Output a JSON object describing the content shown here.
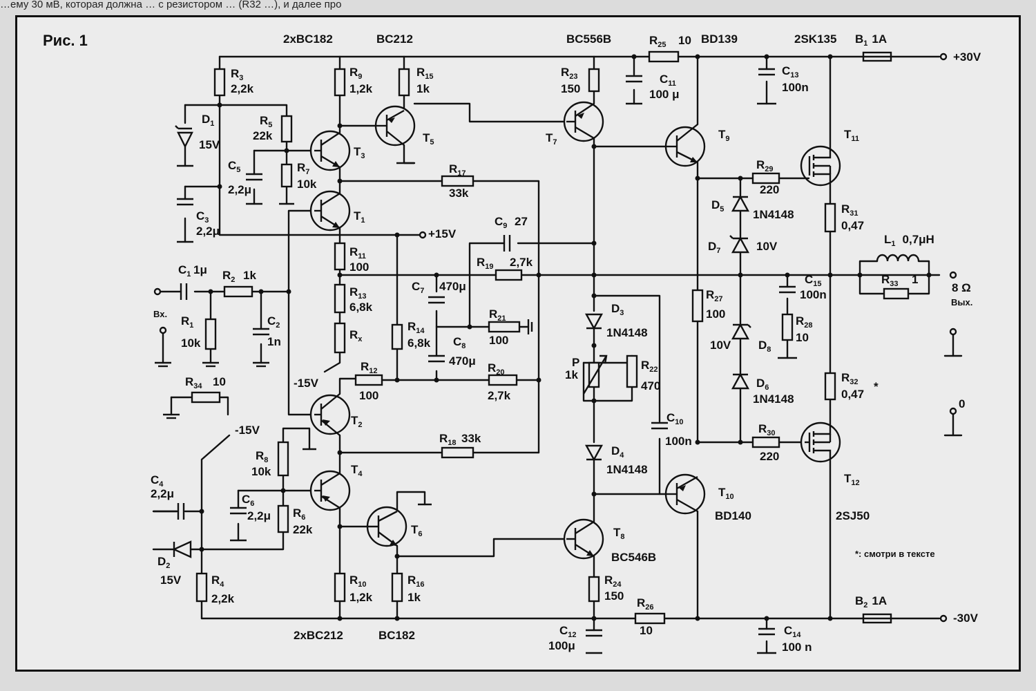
{
  "header_text": "…ему 30 мВ, которая должна … с резистором … (R32 …), и далее про",
  "figure_title": "Рис. 1",
  "transistors": {
    "t1": "T",
    "t1s": "1",
    "t2": "T",
    "t2s": "2",
    "t3": "T",
    "t3s": "3",
    "t4": "T",
    "t4s": "4",
    "t5": "T",
    "t5s": "5",
    "t6": "T",
    "t6s": "6",
    "t7": "T",
    "t7s": "7",
    "t8": "T",
    "t8s": "8",
    "t9": "T",
    "t9s": "9",
    "t10": "T",
    "t10s": "10",
    "t11": "T",
    "t11s": "11",
    "t12": "T",
    "t12s": "12"
  },
  "part_types": {
    "top_pair": "2xBC182",
    "top_bc212": "BC212",
    "bc556": "BC556B",
    "bd139": "BD139",
    "sk135": "2SK135",
    "bot_pair": "2xBC212",
    "bot_bc182": "BC182",
    "bc546": "BC546B",
    "bd140": "BD140",
    "sj50": "2SJ50"
  },
  "resistors": [
    {
      "id": "R",
      "n": "1",
      "v": "10k"
    },
    {
      "id": "R",
      "n": "2",
      "v": "1k"
    },
    {
      "id": "R",
      "n": "3",
      "v": "2,2k"
    },
    {
      "id": "R",
      "n": "4",
      "v": "2,2k"
    },
    {
      "id": "R",
      "n": "5",
      "v": "22k"
    },
    {
      "id": "R",
      "n": "6",
      "v": "22k"
    },
    {
      "id": "R",
      "n": "7",
      "v": "10k"
    },
    {
      "id": "R",
      "n": "8",
      "v": "10k"
    },
    {
      "id": "R",
      "n": "9",
      "v": "1,2k"
    },
    {
      "id": "R",
      "n": "10",
      "v": "1,2k"
    },
    {
      "id": "R",
      "n": "11",
      "v": "100"
    },
    {
      "id": "R",
      "n": "12",
      "v": "100"
    },
    {
      "id": "R",
      "n": "13",
      "v": "6,8k"
    },
    {
      "id": "R",
      "n": "14",
      "v": "6,8k"
    },
    {
      "id": "R",
      "n": "15",
      "v": "1k"
    },
    {
      "id": "R",
      "n": "16",
      "v": "1k"
    },
    {
      "id": "R",
      "n": "17",
      "v": "33k"
    },
    {
      "id": "R",
      "n": "18",
      "v": "33k"
    },
    {
      "id": "R",
      "n": "19",
      "v": "2,7k"
    },
    {
      "id": "R",
      "n": "20",
      "v": "2,7k"
    },
    {
      "id": "R",
      "n": "21",
      "v": "100"
    },
    {
      "id": "R",
      "n": "22",
      "v": "470"
    },
    {
      "id": "R",
      "n": "23",
      "v": "150"
    },
    {
      "id": "R",
      "n": "24",
      "v": "150"
    },
    {
      "id": "R",
      "n": "25",
      "v": "10"
    },
    {
      "id": "R",
      "n": "26",
      "v": "10"
    },
    {
      "id": "R",
      "n": "27",
      "v": "100"
    },
    {
      "id": "R",
      "n": "28",
      "v": "10"
    },
    {
      "id": "R",
      "n": "29",
      "v": "220"
    },
    {
      "id": "R",
      "n": "30",
      "v": "220"
    },
    {
      "id": "R",
      "n": "31",
      "v": "0,47"
    },
    {
      "id": "R",
      "n": "32",
      "v": "0,47"
    },
    {
      "id": "R",
      "n": "33",
      "v": "1"
    },
    {
      "id": "R",
      "n": "34",
      "v": "10"
    },
    {
      "id": "R",
      "n": "x",
      "v": ""
    }
  ],
  "capacitors": [
    {
      "id": "C",
      "n": "1",
      "v": "1μ"
    },
    {
      "id": "C",
      "n": "2",
      "v": "1n"
    },
    {
      "id": "C",
      "n": "3",
      "v": "2,2μ"
    },
    {
      "id": "C",
      "n": "4",
      "v": "2,2μ"
    },
    {
      "id": "C",
      "n": "5",
      "v": "2,2μ"
    },
    {
      "id": "C",
      "n": "6",
      "v": "2,2μ"
    },
    {
      "id": "C",
      "n": "7",
      "v": "470μ"
    },
    {
      "id": "C",
      "n": "8",
      "v": "470μ"
    },
    {
      "id": "C",
      "n": "9",
      "v": "27"
    },
    {
      "id": "C",
      "n": "10",
      "v": "100n"
    },
    {
      "id": "C",
      "n": "11",
      "v": "100 μ"
    },
    {
      "id": "C",
      "n": "12",
      "v": "100μ"
    },
    {
      "id": "C",
      "n": "13",
      "v": "100n"
    },
    {
      "id": "C",
      "n": "14",
      "v": "100 n"
    },
    {
      "id": "C",
      "n": "15",
      "v": "100n"
    }
  ],
  "diodes": {
    "d1": "D",
    "d1n": "1",
    "d1v": "15V",
    "d2": "D",
    "d2n": "2",
    "d2v": "15V",
    "d3": "D",
    "d3n": "3",
    "d3t": "1N4148",
    "d4": "D",
    "d4n": "4",
    "d4t": "1N4148",
    "d5": "D",
    "d5n": "5",
    "d5t": "1N4148",
    "d6": "D",
    "d6n": "6",
    "d6t": "1N4148",
    "d7": "D",
    "d7n": "7",
    "d7v": "10V",
    "d8": "D",
    "d8n": "8",
    "d8v": "10V"
  },
  "misc": {
    "pot": "P",
    "pot_v": "1k",
    "fuse1": "B",
    "fuse1n": "1",
    "fuse1v": "1A",
    "fuse2": "B",
    "fuse2n": "2",
    "fuse2v": "1A",
    "l1": "L",
    "l1n": "1",
    "l1v": "0,7μH",
    "plus30": "+30V",
    "minus30": "-30V",
    "plus15": "+15V",
    "minus15a": "-15V",
    "minus15b": "-15V",
    "input": "Вх.",
    "output_ohm": "8 Ω",
    "output": "Вых.",
    "zero": "0",
    "star": "*",
    "note": "*: смотри в тексте"
  }
}
